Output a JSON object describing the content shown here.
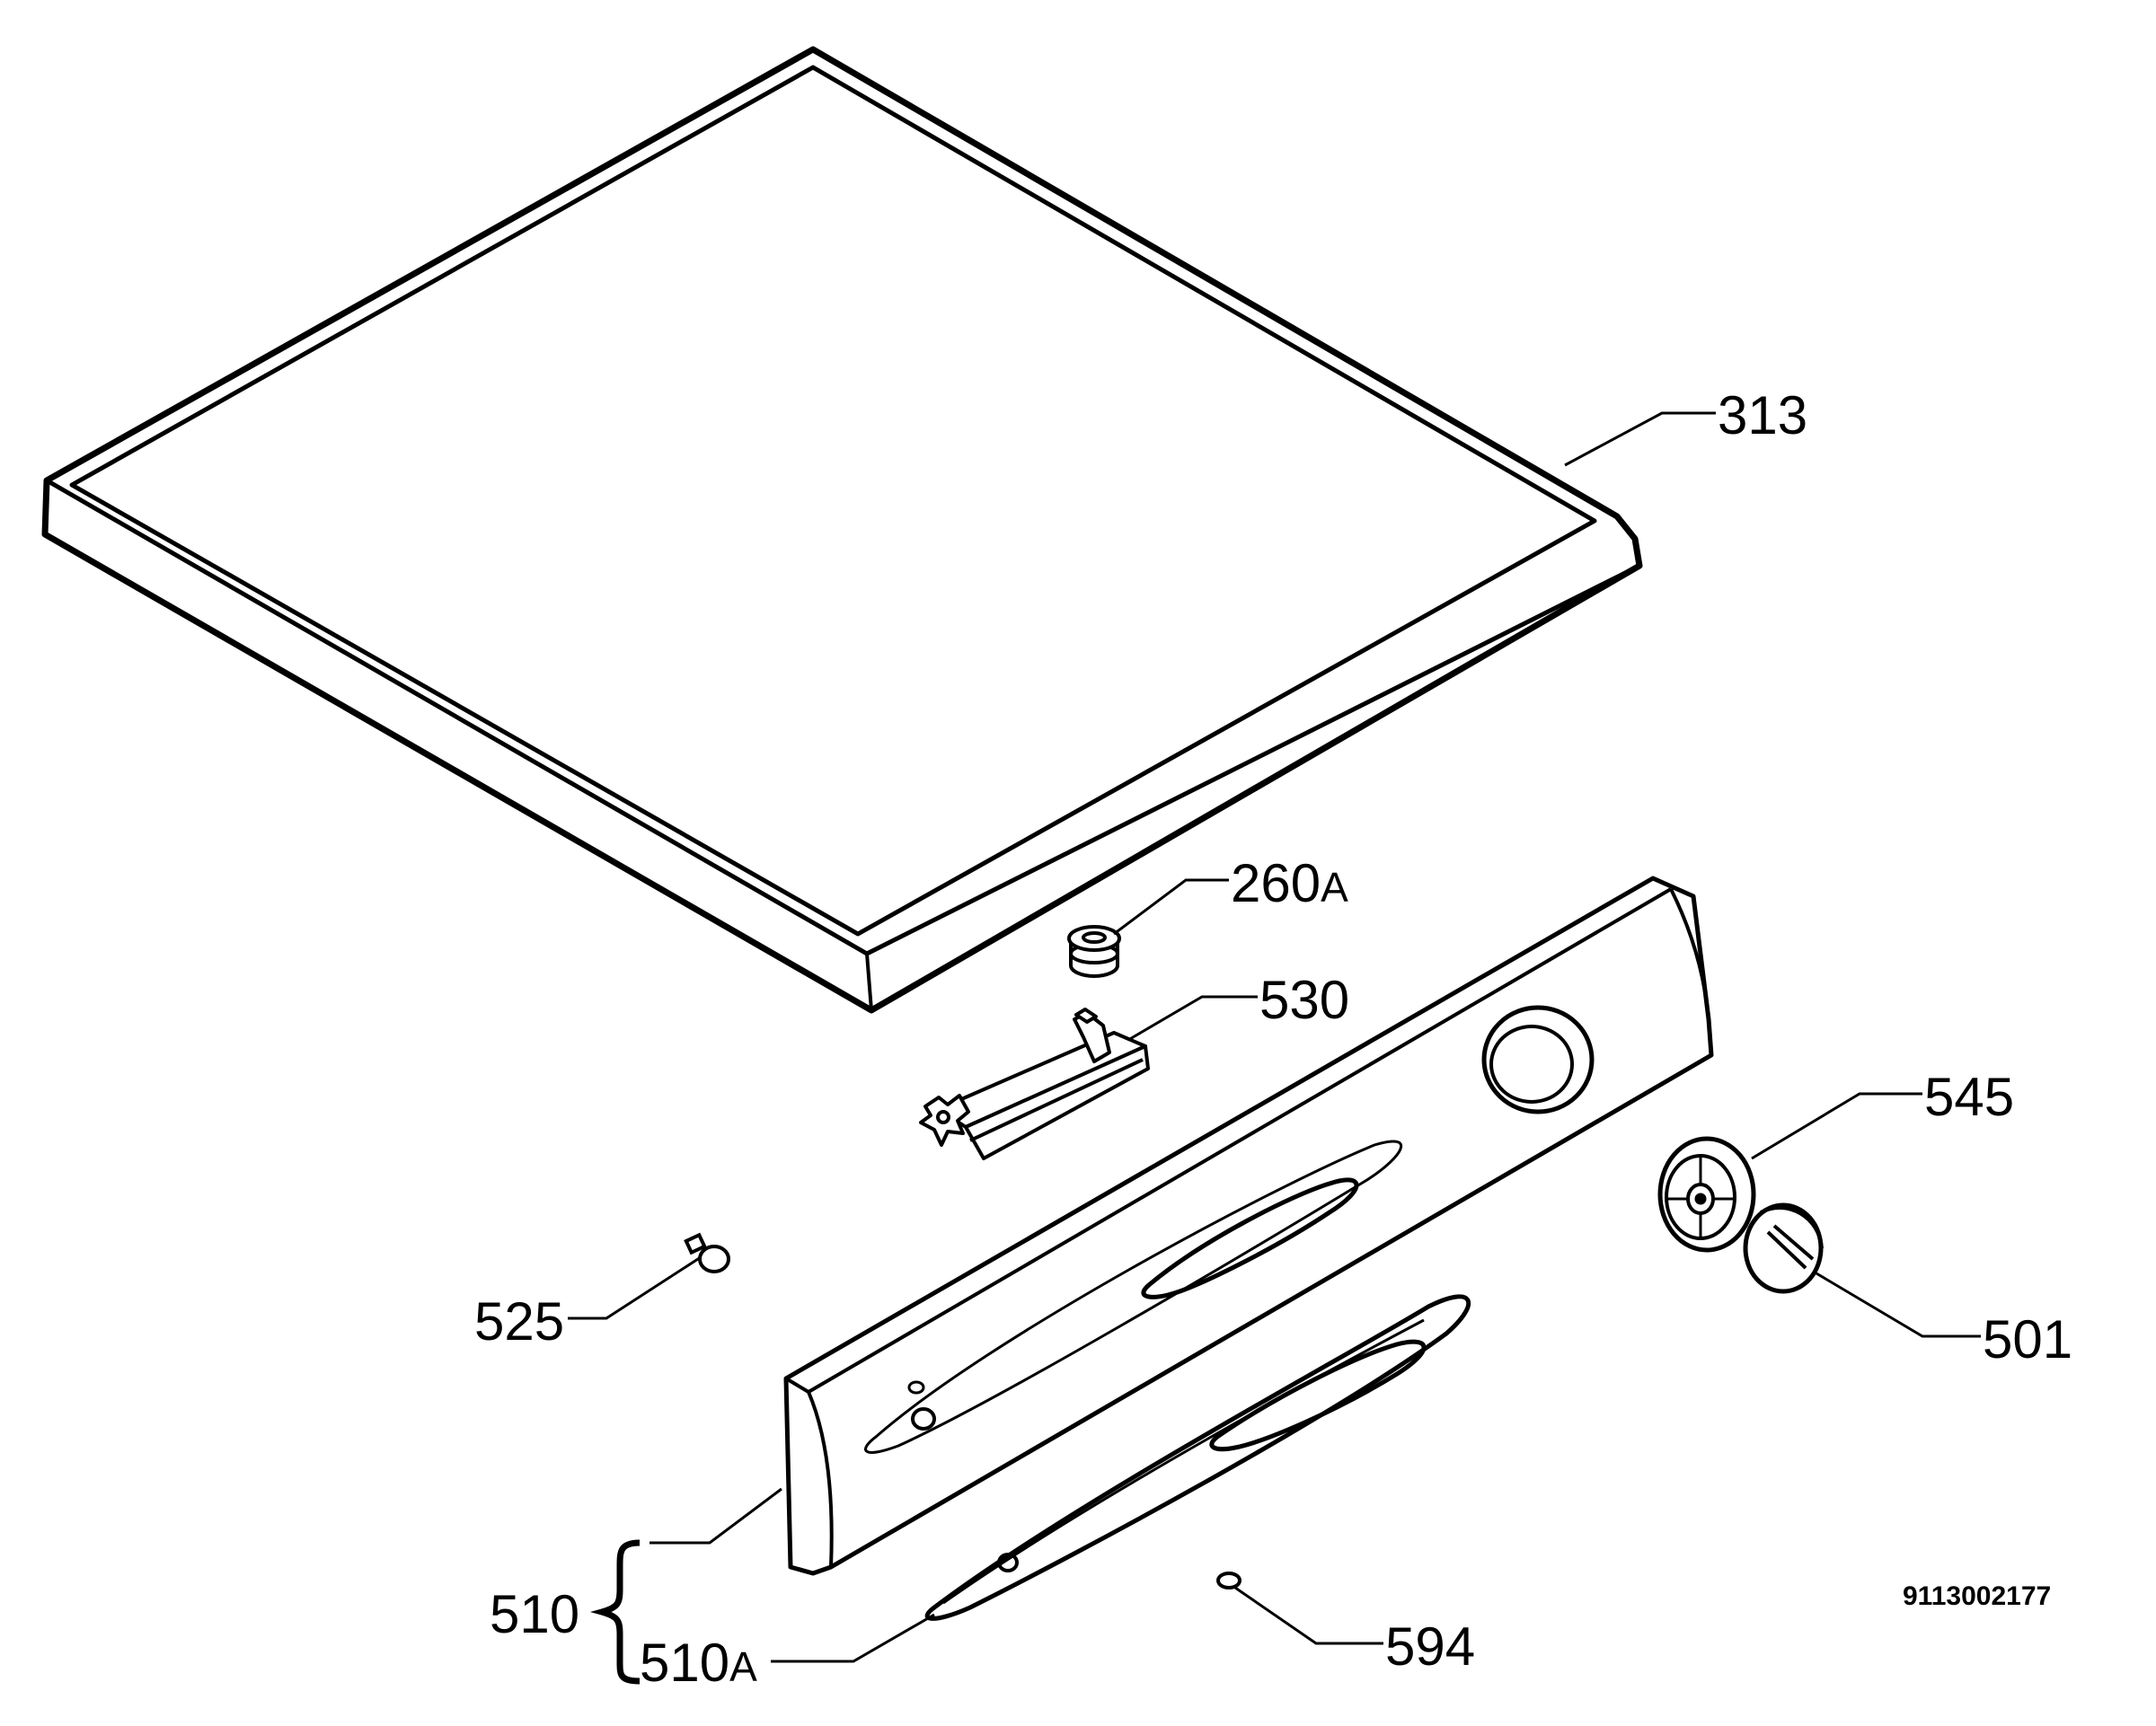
{
  "drawing": {
    "document_number": "9113002177",
    "callouts": {
      "c313": "313",
      "c260": "260",
      "c260_suffix": "A",
      "c530": "530",
      "c545": "545",
      "c501": "501",
      "c525": "525",
      "c510": "510",
      "c510a": "510",
      "c510a_suffix": "A",
      "c594": "594"
    }
  }
}
